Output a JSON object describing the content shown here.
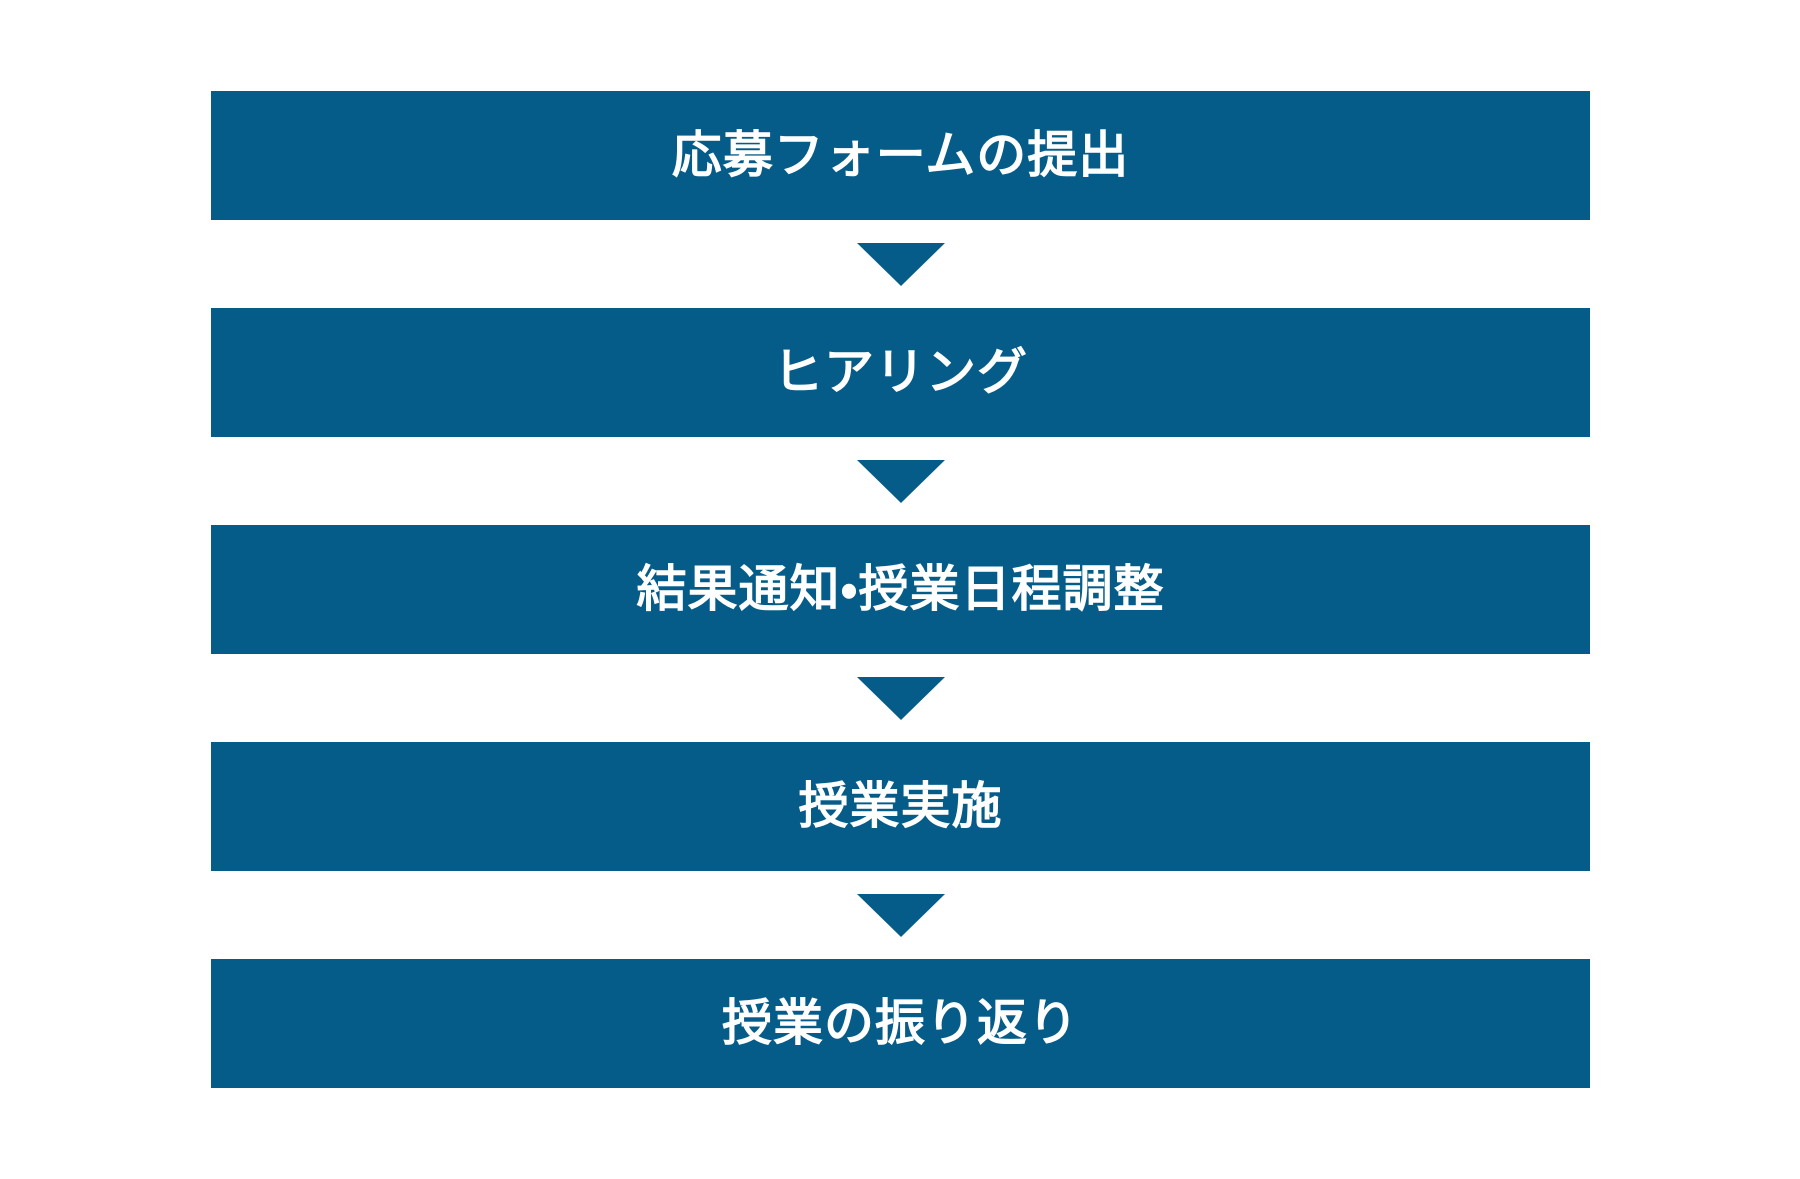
{
  "page": {
    "background_color": "#ffffff",
    "accent_color": "#055c89",
    "text_color": "#ffffff",
    "orientation": "vertical-top-to-bottom"
  },
  "flow": {
    "title": "",
    "arrow_icon": "triangle-down-icon",
    "steps": [
      {
        "index": 1,
        "label": "応募フォームの提出"
      },
      {
        "index": 2,
        "label": "ヒアリング"
      },
      {
        "index": 3,
        "label": "結果通知・授業日程調整"
      },
      {
        "index": 4,
        "label": "授業実施"
      },
      {
        "index": 5,
        "label": "授業の振り返り"
      }
    ],
    "connectors": [
      {
        "index": 1,
        "from_step": 1,
        "to_step": 2,
        "icon": "triangle-down-icon"
      },
      {
        "index": 2,
        "from_step": 2,
        "to_step": 3,
        "icon": "triangle-down-icon"
      },
      {
        "index": 3,
        "from_step": 3,
        "to_step": 4,
        "icon": "triangle-down-icon"
      },
      {
        "index": 4,
        "from_step": 4,
        "to_step": 5,
        "icon": "triangle-down-icon"
      }
    ]
  }
}
